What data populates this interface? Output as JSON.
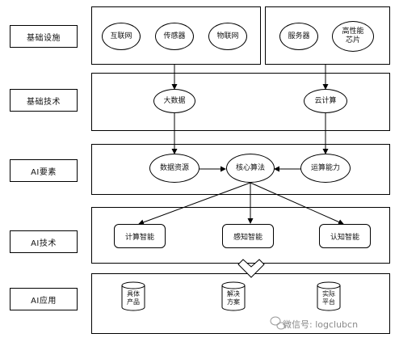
{
  "layers": {
    "infrastructure": "基础设施",
    "technology": "基础技术",
    "elements": "AI要素",
    "ai_tech": "AI技术",
    "ai_app": "AI应用"
  },
  "infrastructure_nodes": {
    "internet": "互联网",
    "sensor": "传感器",
    "iot": "物联网",
    "server": "服务器",
    "chip_line1": "高性能",
    "chip_line2": "芯片"
  },
  "technology_nodes": {
    "big_data": "大数据",
    "cloud": "云计算"
  },
  "element_nodes": {
    "data_resource": "数据资源",
    "core_algorithm": "核心算法",
    "compute_power": "运算能力"
  },
  "ai_tech_nodes": {
    "computational": "计算智能",
    "perceptual": "感知智能",
    "cognitive": "认知智能"
  },
  "app_nodes": {
    "product_line1": "具体",
    "product_line2": "产品",
    "solution_line1": "解决",
    "solution_line2": "方案",
    "platform_line1": "实际",
    "platform_line2": "平台"
  },
  "watermark": "微信号: logclubcn"
}
